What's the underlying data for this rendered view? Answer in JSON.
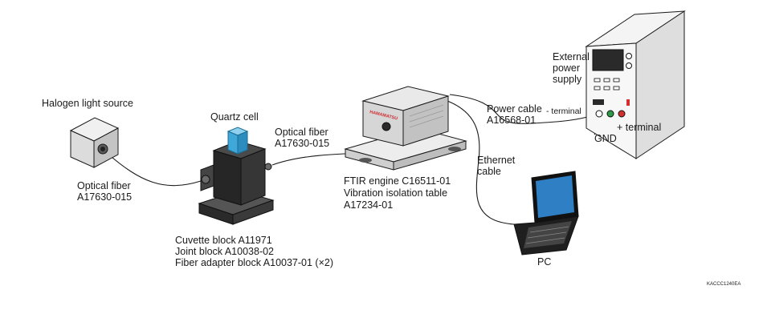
{
  "labels": {
    "halogen": "Halogen light source",
    "fiber_left": [
      "Optical fiber",
      "A17630-015"
    ],
    "quartz": "Quartz cell",
    "fiber_mid": [
      "Optical fiber",
      "A17630-015"
    ],
    "cuvette": [
      "Cuvette block A11971",
      "Joint block A10038-02",
      "Fiber adapter block A10037-01 (×2)"
    ],
    "ftir": [
      "FTIR engine C16511-01",
      "Vibration isolation table",
      "A17234-01"
    ],
    "ethernet": [
      "Ethernet",
      "cable"
    ],
    "pc": "PC",
    "power_supply": [
      "External",
      "power",
      "supply"
    ],
    "power_cable": [
      "Power cable",
      "A16568-01"
    ],
    "minus_terminal": "- terminal",
    "plus_terminal": "+ terminal",
    "gnd": "GND",
    "brand": "HAMAMATSU",
    "code": "KACCC1240EA"
  },
  "colors": {
    "line": "#1a1a1a",
    "box_light": "#e4e4e4",
    "box_mid": "#c8c8c8",
    "dark": "#2a2a2a",
    "quartz": "#3fa8d8",
    "screen": "#2f7fc4",
    "brand_red": "#d0282e",
    "terminal_red": "#d43030",
    "terminal_green": "#2e9a4a"
  }
}
